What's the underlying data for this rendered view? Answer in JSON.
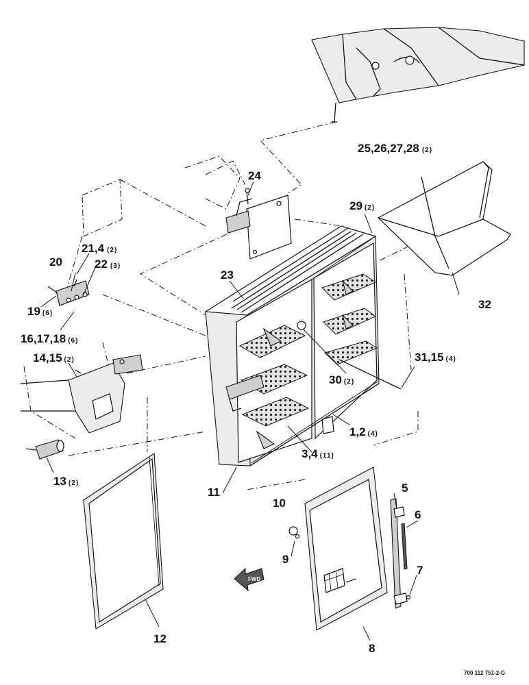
{
  "drawing_number": "700 112 751-2-G",
  "fwd_marker": "FWD",
  "callouts": [
    {
      "id": "25,26,27,28",
      "qty": "(2)"
    },
    {
      "id": "24",
      "qty": ""
    },
    {
      "id": "29",
      "qty": "(2)"
    },
    {
      "id": "32",
      "qty": ""
    },
    {
      "id": "21,4",
      "qty": "(2)"
    },
    {
      "id": "20",
      "qty": ""
    },
    {
      "id": "22",
      "qty": "(3)"
    },
    {
      "id": "23",
      "qty": ""
    },
    {
      "id": "19",
      "qty": "(6)"
    },
    {
      "id": "16,17,18",
      "qty": "(6)"
    },
    {
      "id": "14,15",
      "qty": "(2)"
    },
    {
      "id": "31,15",
      "qty": "(4)"
    },
    {
      "id": "30",
      "qty": "(2)"
    },
    {
      "id": "1,2",
      "qty": "(4)"
    },
    {
      "id": "3,4",
      "qty": "(11)"
    },
    {
      "id": "13",
      "qty": "(2)"
    },
    {
      "id": "11",
      "qty": ""
    },
    {
      "id": "10",
      "qty": ""
    },
    {
      "id": "5",
      "qty": ""
    },
    {
      "id": "6",
      "qty": ""
    },
    {
      "id": "9",
      "qty": ""
    },
    {
      "id": "7",
      "qty": ""
    },
    {
      "id": "12",
      "qty": ""
    },
    {
      "id": "8",
      "qty": ""
    }
  ]
}
